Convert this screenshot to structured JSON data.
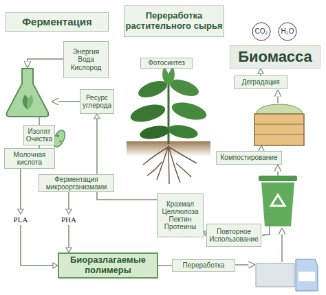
{
  "diagram": {
    "nodes": [
      {
        "text": [
          "Ферментация"
        ]
      },
      {
        "text": [
          "Переработка растительного сырья"
        ]
      },
      {
        "text": [
          "Биомасса"
        ]
      },
      {
        "text": [
          "Энергия Вода Кислород"
        ]
      },
      {
        "text": [
          "Фотосинтез"
        ]
      },
      {
        "text": [
          "Деградация"
        ]
      },
      {
        "text": [
          "Ресурс углерода"
        ]
      },
      {
        "text": [
          "Изолят Очистка"
        ]
      },
      {
        "text": [
          "Молочная кислота"
        ]
      },
      {
        "text": [
          "Компостирование"
        ]
      },
      {
        "text": [
          "Ферментация микроорганизмами"
        ]
      },
      {
        "text": [
          "Крахмал Целлюлоза Пектин Протеины"
        ]
      },
      {
        "text": [
          "PLA"
        ]
      },
      {
        "text": [
          "PHA"
        ]
      },
      {
        "text": [
          "Повторное Использование"
        ]
      },
      {
        "text": [
          "Биоразлагаемые полимеры"
        ]
      },
      {
        "text": [
          "Переработка"
        ]
      }
    ],
    "edges": [
      {
        "from": 5,
        "to": 2,
        "arrow": "to"
      },
      {
        "from": 11,
        "to": 6,
        "arrow": "to"
      },
      {
        "from": 7,
        "to": 8,
        "arrow": "none"
      },
      {
        "from": 8,
        "to": 12,
        "arrow": "to"
      },
      {
        "from": 10,
        "to": 13,
        "arrow": "to"
      },
      {
        "from": 12,
        "to": 15,
        "arrow": "to"
      },
      {
        "from": 13,
        "to": 15,
        "arrow": "to"
      },
      {
        "from": 14,
        "to": 11,
        "arrow": "to"
      },
      {
        "from": 15,
        "to": 16,
        "arrow": "none"
      }
    ],
    "labels": [
      "CO₂",
      "H₂O"
    ]
  }
}
